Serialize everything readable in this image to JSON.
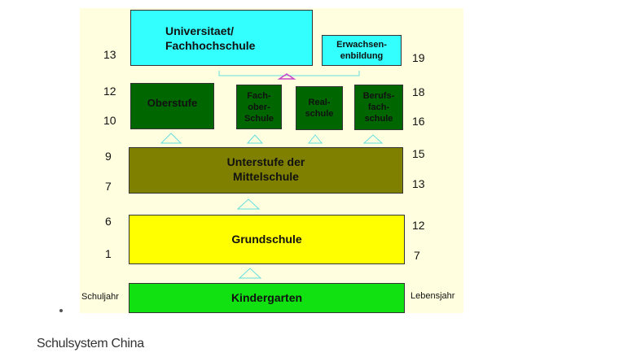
{
  "diagram": {
    "boxes": {
      "universitaet": "Universitaet/\nFachhochschule",
      "erwachsenenbildung": "Erwachsen-\nenbildung",
      "oberstufe": "Oberstufe",
      "fachoberschule": "Fach-\nober-\nSchule",
      "realschule": "Real-\nschule",
      "berufsfachschule": "Berufs-\nfach-\nschule",
      "unterstufe": "Unterstufe der\nMittelschule",
      "grundschule": "Grundschule",
      "kindergarten": "Kindergarten"
    },
    "schuljahr": {
      "label": "Schuljahr",
      "values": [
        "13",
        "12",
        "10",
        "9",
        "7",
        "6",
        "1"
      ]
    },
    "lebensjahr": {
      "label": "Lebensjahr",
      "values": [
        "19",
        "18",
        "16",
        "15",
        "13",
        "12",
        "7"
      ]
    },
    "colors": {
      "background": "#ffffe0",
      "cyan": "#33ffff",
      "darkgreen": "#006600",
      "olive": "#808000",
      "yellow": "#ffff00",
      "green": "#11e011",
      "arrow": "#66dddd",
      "magenta": "#cc44cc"
    }
  },
  "caption": "Schulsystem China"
}
